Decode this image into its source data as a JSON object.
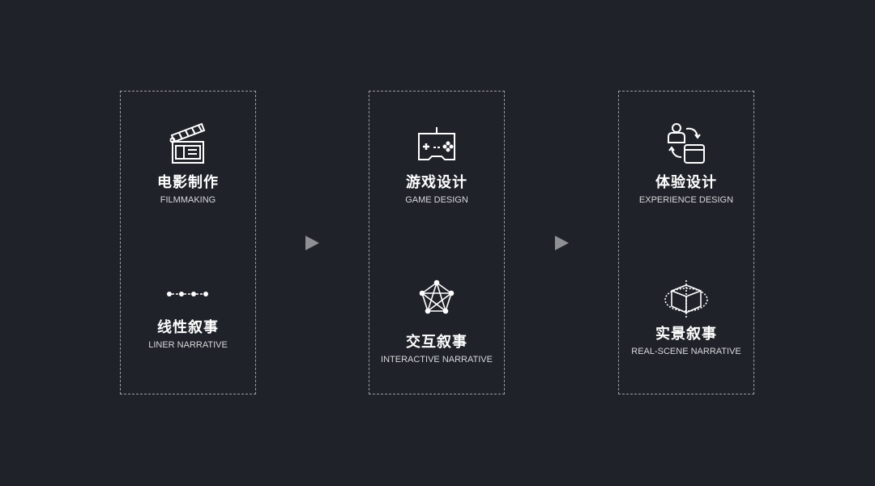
{
  "columns": [
    {
      "items": [
        {
          "icon": "clapperboard-icon",
          "title": "电影制作",
          "subtitle": "FILMMAKING"
        },
        {
          "icon": "linear-nodes-icon",
          "title": "线性叙事",
          "subtitle": "LINER NARRATIVE"
        }
      ]
    },
    {
      "items": [
        {
          "icon": "gamepad-icon",
          "title": "游戏设计",
          "subtitle": "GAME DESIGN"
        },
        {
          "icon": "network-pentagon-icon",
          "title": "交互叙事",
          "subtitle": "INTERACTIVE NARRATIVE"
        }
      ]
    },
    {
      "items": [
        {
          "icon": "user-interface-cycle-icon",
          "title": "体验设计",
          "subtitle": "EXPERIENCE DESIGN"
        },
        {
          "icon": "3d-cube-icon",
          "title": "实景叙事",
          "subtitle": "REAL-SCENE NARRATIVE"
        }
      ]
    }
  ],
  "colors": {
    "background": "#1f2229",
    "arrow": "#8e9094",
    "border": "#9a9ca0"
  }
}
